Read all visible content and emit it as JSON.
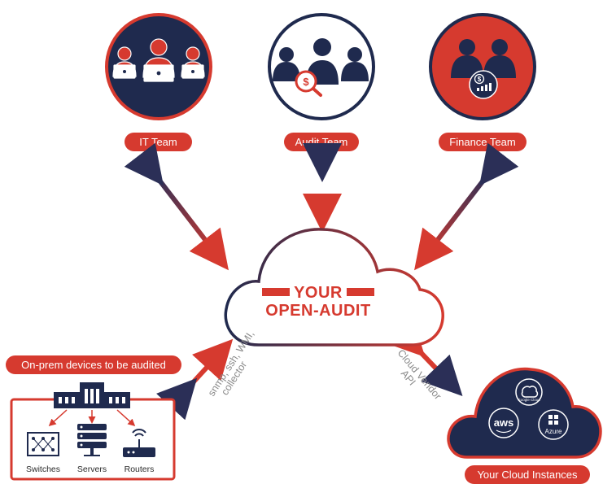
{
  "groups": {
    "it_team": {
      "label": "IT Team"
    },
    "audit_team": {
      "label": "Audit Team"
    },
    "finance_team": {
      "label": "Finance Team"
    }
  },
  "center": {
    "line1": "YOUR",
    "line2": "OPEN-AUDIT"
  },
  "onprem": {
    "label": "On-prem devices to be audited",
    "devices": [
      "Switches",
      "Servers",
      "Routers"
    ],
    "connection_label_lines": [
      "snmp, ssh, WMI,",
      "collector"
    ]
  },
  "cloud_instances": {
    "label": "Your Cloud Instances",
    "connection_label_lines": [
      "Cloud Vendor",
      "API"
    ],
    "providers": {
      "google": "Google Cloud",
      "aws": "aws",
      "azure": "Azure"
    }
  },
  "colors": {
    "navy": "#1f2a4e",
    "red": "#d63a2f",
    "white": "#ffffff"
  }
}
